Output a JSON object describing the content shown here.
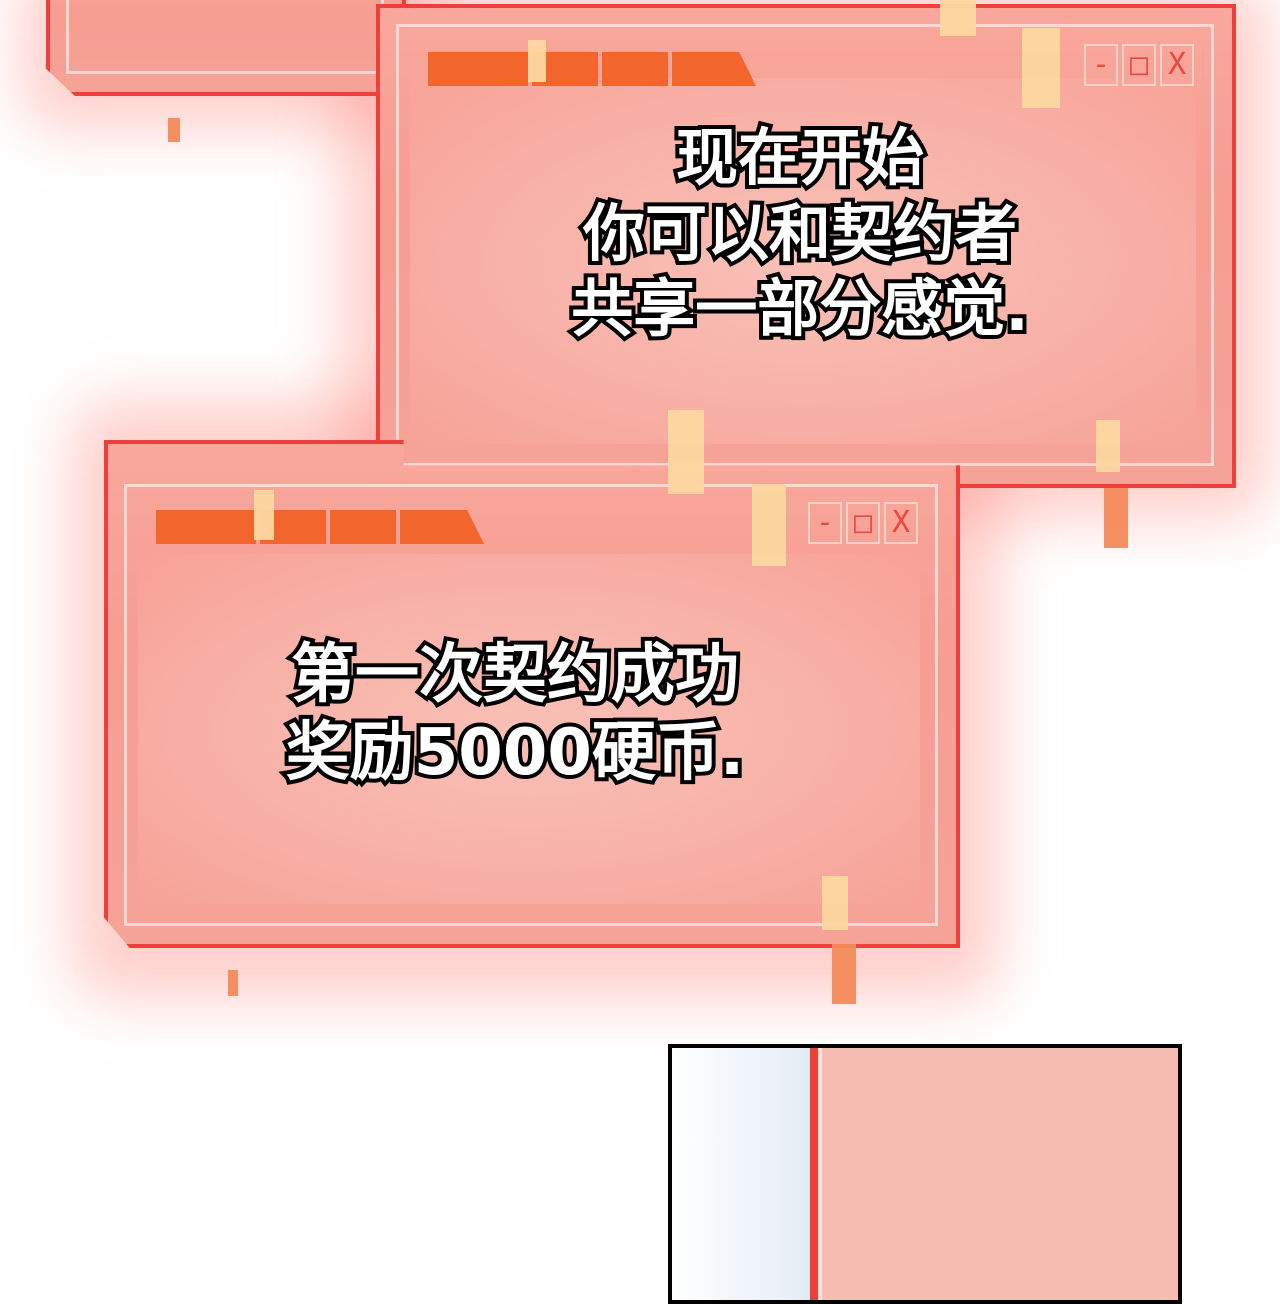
{
  "colors": {
    "window_border": "#ef3f3a",
    "window_fill": "#f79d92",
    "titlebar": "#f2652d",
    "glitch_block": "#fcd7a0",
    "caption_fill": "#ffffff",
    "caption_outline": "#000000"
  },
  "window_controls": {
    "minimize": "-",
    "maximize": "□",
    "close": "X"
  },
  "top_window": {
    "caption_lines": [
      "现在开始",
      "你可以和契约者",
      "共享一部分感觉."
    ]
  },
  "bottom_window": {
    "caption_lines": [
      "第一次契约成功",
      "奖励5000硬币."
    ]
  }
}
